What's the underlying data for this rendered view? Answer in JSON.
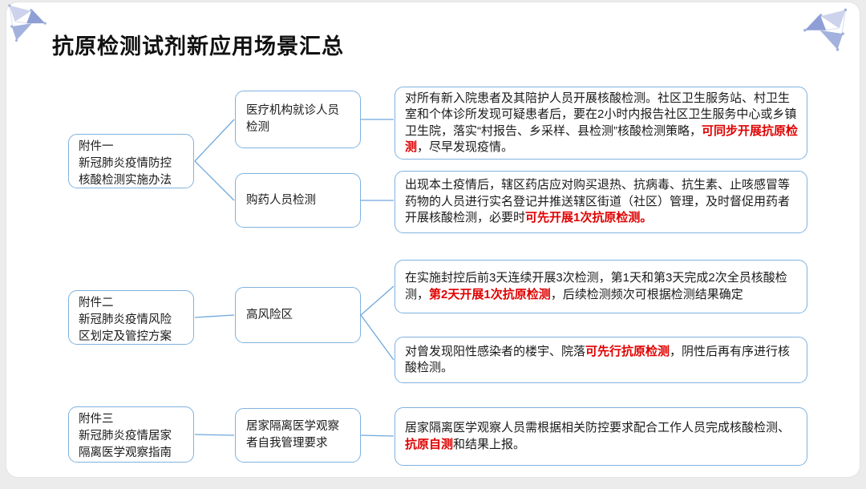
{
  "page": {
    "title": "抗原检测试剂新应用场景汇总"
  },
  "colors": {
    "box_border": "#7fb2de",
    "connector_blue": "#6fa8dc",
    "highlight_red": "#e00000",
    "text_dark": "#1a1a1a",
    "deco_lavender": "#cdd3ec",
    "deco_periwinkle": "#97a6d8"
  },
  "decorations": {
    "left": "triangle-cluster",
    "right": "triangle-cluster"
  },
  "attachments": [
    {
      "lines": [
        "附件一",
        "新冠肺炎疫情防控",
        "核酸检测实施办法"
      ]
    },
    {
      "lines": [
        "附件二",
        "新冠肺炎疫情风险",
        "区划定及管控方案"
      ]
    },
    {
      "lines": [
        "附件三",
        "新冠肺炎疫情居家",
        "隔离医学观察指南"
      ]
    }
  ],
  "scenarios": [
    {
      "label": "医疗机构就诊人员检测"
    },
    {
      "label": "购药人员检测"
    },
    {
      "label": "高风险区"
    },
    {
      "label": "居家隔离医学观察者自我管理要求"
    }
  ],
  "details": [
    {
      "pre": "对所有新入院患者及其陪护人员开展核酸检测。社区卫生服务站、村卫生室和个体诊所发现可疑患者后，要在2小时内报告社区卫生服务中心或乡镇卫生院，落实“村报告、乡采样、县检测”核酸检测策略，",
      "red": "可同步开展抗原检测",
      "post": "，尽早发现疫情。"
    },
    {
      "pre": "出现本土疫情后，辖区药店应对购买退热、抗病毒、抗生素、止咳感冒等药物的人员进行实名登记并推送辖区街道（社区）管理，及时督促用药者开展核酸检测，必要时",
      "red": "可先开展1次抗原检测。",
      "post": ""
    },
    {
      "pre": "在实施封控后前3天连续开展3次检测，第1天和第3天完成2次全员核酸检测，",
      "red": "第2天开展1次抗原检测",
      "post": "，后续检测频次可根据检测结果确定"
    },
    {
      "pre": "对曾发现阳性感染者的楼宇、院落",
      "red": "可先行抗原检测",
      "post": "，阴性后再有序进行核酸检测。"
    },
    {
      "pre": "居家隔离医学观察人员需根据相关防控要求配合工作人员完成核酸检测、",
      "red": "抗原自测",
      "post": "和结果上报。"
    }
  ]
}
